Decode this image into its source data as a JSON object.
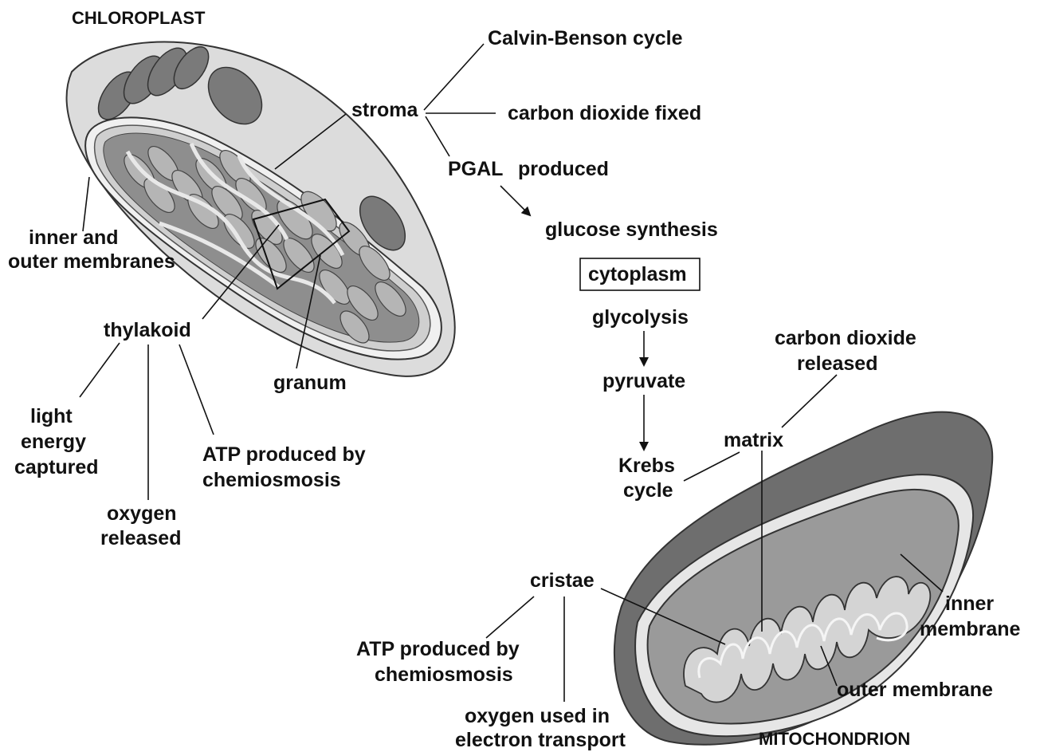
{
  "chloroplast": {
    "title": "CHLOROPLAST",
    "labels": {
      "stroma": "stroma",
      "calvin": "Calvin-Benson cycle",
      "co2_fixed": "carbon dioxide fixed",
      "pgal": "PGAL",
      "produced": "produced",
      "membranes_1": "inner and",
      "membranes_2": "outer membranes",
      "thylakoid": "thylakoid",
      "granum": "granum",
      "light_1": "light",
      "light_2": "energy",
      "light_3": "captured",
      "oxygen_1": "oxygen",
      "oxygen_2": "released",
      "atp_1": "ATP produced by",
      "atp_2": "chemiosmosis"
    }
  },
  "pathway": {
    "glucose": "glucose synthesis",
    "cytoplasm": "cytoplasm",
    "glycolysis": "glycolysis",
    "pyruvate": "pyruvate",
    "krebs_1": "Krebs",
    "krebs_2": "cycle"
  },
  "mitochondrion": {
    "title": "MITOCHONDRION",
    "labels": {
      "co2_1": "carbon dioxide",
      "co2_2": "released",
      "matrix": "matrix",
      "inner_1": "inner",
      "inner_2": "membrane",
      "cristae": "cristae",
      "atp_1": "ATP produced by",
      "atp_2": "chemiosmosis",
      "oxy_1": "oxygen used in",
      "oxy_2": "electron transport",
      "outer": "outer membrane"
    }
  },
  "colors": {
    "background": "#ffffff",
    "ink": "#111111",
    "light_gray": "#d9d9d9",
    "mid_gray": "#9a9a9a",
    "dark_gray": "#6e6e6e"
  }
}
